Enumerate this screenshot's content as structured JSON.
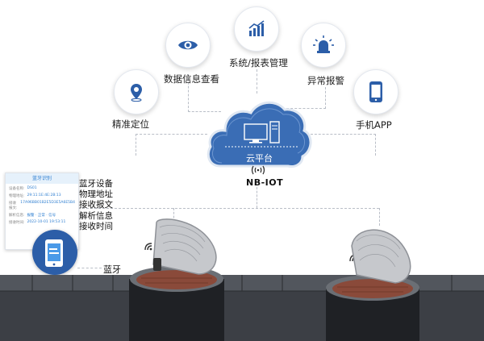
{
  "features": {
    "positioning": "精准定位",
    "data_view": "数据信息查看",
    "system_report": "系统/报表管理",
    "alarm": "异常报警",
    "mobile_app": "手机APP"
  },
  "cloud": {
    "label": "云平台"
  },
  "network": {
    "label": "NB-IOT"
  },
  "bluetooth": {
    "label": "蓝牙"
  },
  "phone_card": {
    "title": "蓝牙识别",
    "rows": [
      [
        "设备名称:",
        "DS01"
      ],
      [
        "物理地址:",
        "29:11:1E:4E:2B:13"
      ],
      [
        "接收报文:",
        "17A96BB01B2E5D3E5A6E5B4"
      ],
      [
        "解析信息:",
        "报警 · 正常 · 信号"
      ],
      [
        "接收时间:",
        "2022-10-01 19:53:11"
      ]
    ]
  },
  "info_list": [
    "蓝牙设备",
    "物理地址",
    "接收报文",
    "解析信息",
    "接收时间"
  ],
  "colors": {
    "accent_blue": "#2c5ea8",
    "cloud_blue": "#3a6db5",
    "wall": "#3c3f45",
    "brick": "#8a4a3a"
  }
}
